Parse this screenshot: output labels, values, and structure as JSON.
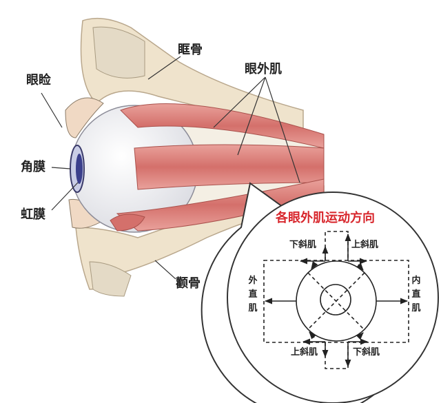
{
  "labels": {
    "orbital_bone": "眶骨",
    "eyelid": "眼睑",
    "extraocular_muscles": "眼外肌",
    "cornea": "角膜",
    "iris": "虹膜",
    "zygomatic_bone": "颧骨"
  },
  "inset": {
    "title": "各眼外肌运动方向",
    "top_left": "下斜肌",
    "top_right": "上斜肌",
    "left": "外直肌",
    "right": "内直肌",
    "bottom_left": "上斜肌",
    "bottom_right": "下斜肌"
  },
  "colors": {
    "title": "#d8262c",
    "muscle": "#d9837f",
    "bone": "#efe3cc"
  }
}
